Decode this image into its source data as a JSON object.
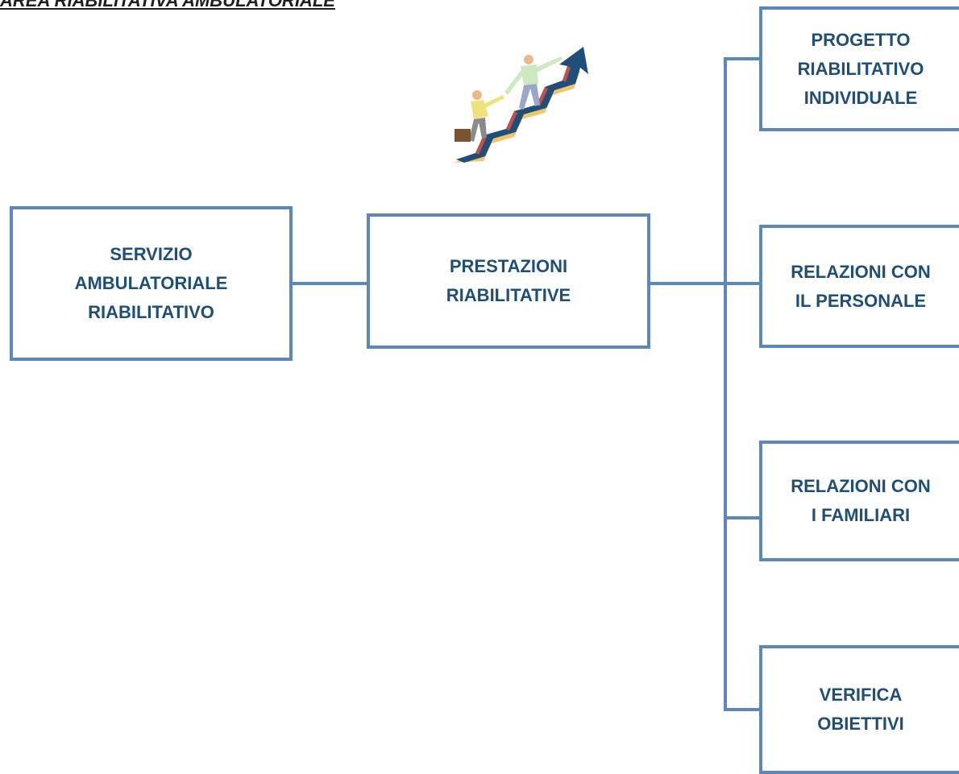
{
  "page": {
    "title": "AREA RIABILITATIVA AMBULATORIALE"
  },
  "diagram": {
    "root": {
      "label": "SERVIZIO\nAMBULATORIALE\nRIABILITATIVO"
    },
    "middle": {
      "label": "PRESTAZIONI\nRIABILITATIVE"
    },
    "branches": [
      {
        "label": "PROGETTO\nRIABILITATIVO\nINDIVIDUALE"
      },
      {
        "label": "RELAZIONI CON\nIL PERSONALE"
      },
      {
        "label": "RELAZIONI CON\nI FAMILIARI"
      },
      {
        "label": "VERIFICA\nOBIETTIVI"
      }
    ],
    "colors": {
      "border": "#5b86bf",
      "text": "#1f4e79"
    },
    "illustration_icon": "people-climbing-stairs-arrow-icon"
  }
}
